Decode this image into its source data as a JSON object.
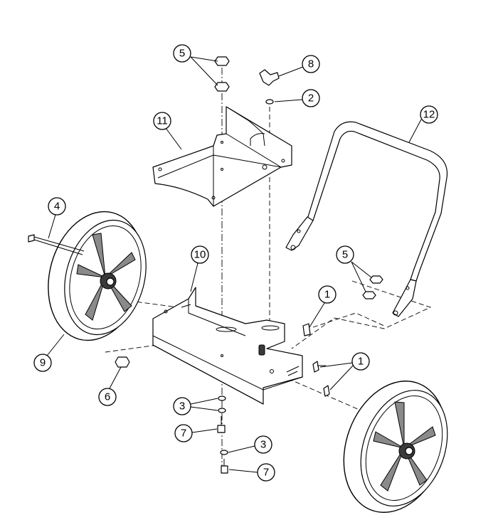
{
  "callouts": [
    {
      "id": "c5a",
      "label": "5"
    },
    {
      "id": "c8",
      "label": "8"
    },
    {
      "id": "c2",
      "label": "2"
    },
    {
      "id": "c11",
      "label": "11"
    },
    {
      "id": "c12",
      "label": "12"
    },
    {
      "id": "c4",
      "label": "4"
    },
    {
      "id": "c10",
      "label": "10"
    },
    {
      "id": "c5b",
      "label": "5"
    },
    {
      "id": "c1a",
      "label": "1"
    },
    {
      "id": "c9",
      "label": "9"
    },
    {
      "id": "c1b",
      "label": "1"
    },
    {
      "id": "c6",
      "label": "6"
    },
    {
      "id": "c3a",
      "label": "3"
    },
    {
      "id": "c7a",
      "label": "7"
    },
    {
      "id": "c3b",
      "label": "3"
    },
    {
      "id": "c7b",
      "label": "7"
    }
  ],
  "colors": {
    "line": "#000000",
    "fill": "#ffffff",
    "shade": "#3a3a3a"
  }
}
